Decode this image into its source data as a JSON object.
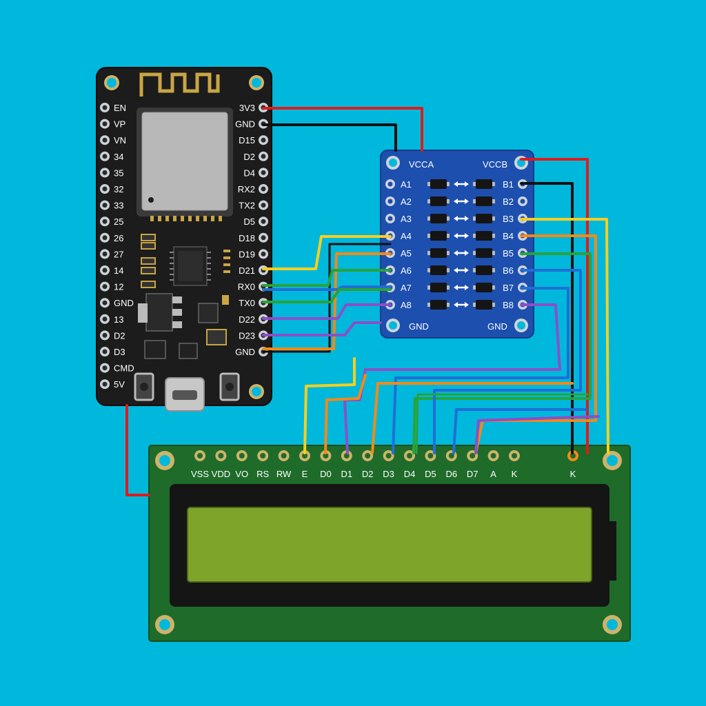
{
  "esp32": {
    "left_pins": [
      "EN",
      "VP",
      "VN",
      "34",
      "35",
      "32",
      "33",
      "25",
      "26",
      "27",
      "14",
      "12",
      "GND",
      "13",
      "D2",
      "D3",
      "CMD",
      "5V"
    ],
    "right_pins": [
      "3V3",
      "GND",
      "D15",
      "D2",
      "D4",
      "RX2",
      "TX2",
      "D5",
      "D18",
      "D19",
      "D21",
      "RX0",
      "TX0",
      "D22",
      "D23",
      "GND"
    ]
  },
  "level_shifter": {
    "vcca_label": "VCCA",
    "vccb_label": "VCCB",
    "a_pins": [
      "A1",
      "A2",
      "A3",
      "A4",
      "A5",
      "A6",
      "A7",
      "A8"
    ],
    "b_pins": [
      "B1",
      "B2",
      "B3",
      "B4",
      "B5",
      "B6",
      "B7",
      "B8"
    ],
    "gnd_left": "GND",
    "gnd_right": "GND"
  },
  "lcd": {
    "pins": [
      "VSS",
      "VDD",
      "VO",
      "RS",
      "RW",
      "E",
      "D0",
      "D1",
      "D2",
      "D3",
      "D4",
      "D5",
      "D6",
      "D7",
      "A",
      "K"
    ],
    "extra_pin": "K"
  },
  "colors": {
    "background": "#00b8dc",
    "esp_board": "#1c1c1c",
    "shifter_board": "#1d4fae",
    "lcd_board": "#1f6b2a",
    "lcd_screen": "#7ea42a",
    "wire_red": "#e01b1b",
    "wire_black": "#111111",
    "wire_yellow": "#f7cf1e",
    "wire_orange": "#f28a17",
    "wire_green": "#28a33a",
    "wire_blue": "#1f6fd6",
    "wire_purple": "#8a4fc9"
  }
}
